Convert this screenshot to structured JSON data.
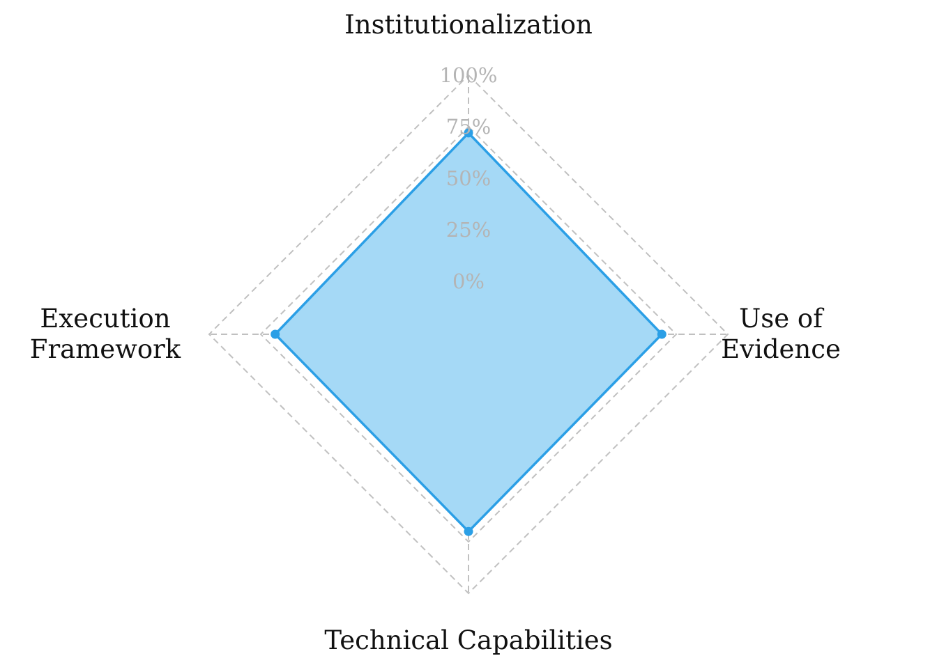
{
  "chart_data": {
    "type": "radar",
    "axes": [
      [
        "Institutionalization"
      ],
      [
        "Use of",
        "Evidence"
      ],
      [
        "Technical Capabilities"
      ],
      [
        "Execution",
        "Framework"
      ]
    ],
    "tick_labels": [
      "0%",
      "25%",
      "50%",
      "75%",
      "100%"
    ],
    "ticks": [
      0,
      25,
      50,
      75,
      100
    ],
    "range": [
      0,
      100
    ],
    "series": [
      {
        "values": [
          72,
          68,
          70,
          68
        ]
      }
    ],
    "grid": true,
    "legend": "none"
  },
  "colors": {
    "series_line": "#2b9fe6",
    "series_fill": "#a5d9f6",
    "grid": "#c0c0c0",
    "tick_text": "#b4b4b4",
    "label_text": "#111111"
  }
}
